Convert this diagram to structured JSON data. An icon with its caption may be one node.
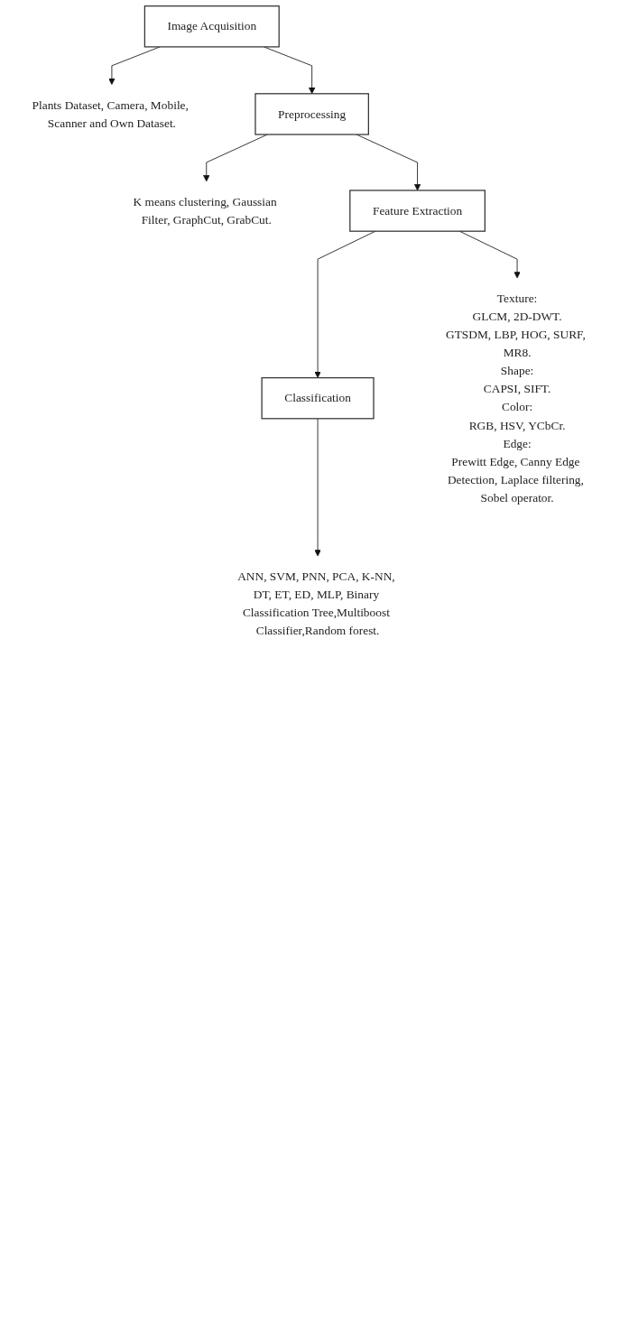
{
  "diagram": {
    "nodes": [
      {
        "text": [
          "Image Acquisition"
        ]
      },
      {
        "text": [
          "Plants Dataset, Camera, Mobile, Scanner and Own Dataset."
        ]
      },
      {
        "text": [
          "Preprocessing"
        ]
      },
      {
        "text": [
          "K means clustering, Gaussian Filter, GraphCut, GrabCut."
        ]
      },
      {
        "text": [
          "Feature Extraction"
        ]
      },
      {
        "text": [
          "Classification"
        ]
      },
      {
        "text": [
          "Texture:",
          "GLCM, 2D-DWT.",
          "GTSDM, LBP, HOG, SURF, MR8.",
          "Shape:",
          "CAPSI, SIFT.",
          "Color:",
          "RGB, HSV, YCbCr.",
          "Edge:",
          "Prewitt Edge, Canny Edge Detection, Laplace filtering, Sobel operator."
        ]
      },
      {
        "text": [
          "ANN, SVM, PNN, PCA, K-NN, DT, ET, ED, MLP, Binary Classification Tree,Multiboost Classifier,Random forest."
        ]
      }
    ],
    "edges": [
      {
        "from": 0,
        "to": 1,
        "arrow": "to"
      },
      {
        "from": 0,
        "to": 2,
        "arrow": "to"
      },
      {
        "from": 2,
        "to": 3,
        "arrow": "to"
      },
      {
        "from": 2,
        "to": 4,
        "arrow": "to"
      },
      {
        "from": 4,
        "to": 5,
        "arrow": "to"
      },
      {
        "from": 4,
        "to": 6,
        "arrow": "to"
      },
      {
        "from": 5,
        "to": 7,
        "arrow": "to"
      }
    ]
  }
}
